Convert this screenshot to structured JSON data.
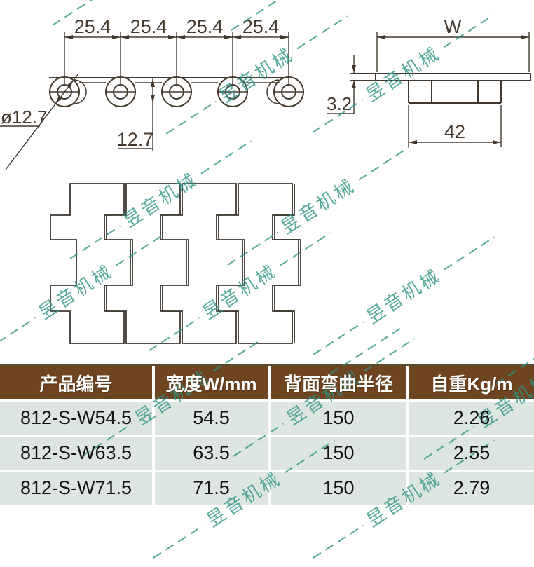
{
  "watermark": {
    "text": "昱音机械",
    "color": "#2d9484"
  },
  "drawings": {
    "side_view": {
      "pitch_labels": [
        "25.4",
        "25.4",
        "25.4",
        "25.4"
      ],
      "diameter_label": "ø12.7",
      "offset_label": "12.7"
    },
    "section_view": {
      "width_label": "W",
      "thickness_label": "3.2",
      "hinge_label": "42"
    }
  },
  "table": {
    "columns": [
      "产品编号",
      "宽度W/mm",
      "背面弯曲半径",
      "自重Kg/m"
    ],
    "rows": [
      {
        "model": "812-S-W54.5",
        "width": "54.5",
        "bend_radius": "150",
        "weight": "2.26"
      },
      {
        "model": "812-S-W63.5",
        "width": "63.5",
        "bend_radius": "150",
        "weight": "2.55"
      },
      {
        "model": "812-S-W71.5",
        "width": "71.5",
        "bend_radius": "150",
        "weight": "2.79"
      }
    ]
  },
  "colors": {
    "header_bg": "#6e4421",
    "row_bg": "#dde5e0",
    "line": "#43382e",
    "watermark": "#2d9484"
  }
}
